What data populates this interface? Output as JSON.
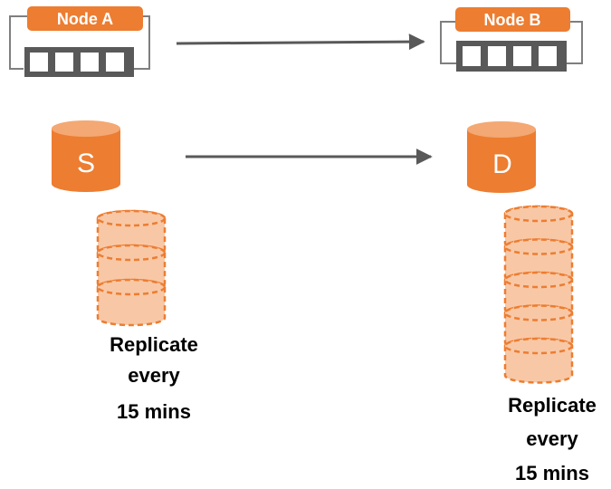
{
  "nodes": [
    {
      "label": "Node A"
    },
    {
      "label": "Node B"
    }
  ],
  "disks": [
    {
      "label": "S"
    },
    {
      "label": "D"
    }
  ],
  "snapshots": [
    {
      "count": 3,
      "caption": [
        "Replicate",
        "every",
        "15 mins"
      ]
    },
    {
      "count": 5,
      "caption": [
        "Replicate",
        "every",
        "15 mins"
      ]
    }
  ],
  "colors": {
    "accent": "#ED7D31",
    "accent_light": "#F8C8A6",
    "frame": "#7F7F7F",
    "slots_bg": "#595959",
    "arrow": "#595959",
    "text": "#000000"
  }
}
